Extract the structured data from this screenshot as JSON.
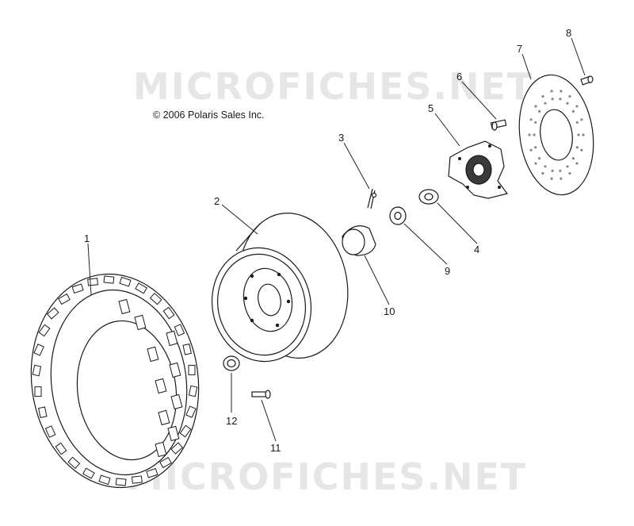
{
  "copyright": "© 2006 Polaris Sales Inc.",
  "watermark": "MICROFICHES.NET",
  "callouts": [
    "1",
    "2",
    "3",
    "4",
    "5",
    "6",
    "7",
    "8",
    "9",
    "10",
    "11",
    "12"
  ]
}
